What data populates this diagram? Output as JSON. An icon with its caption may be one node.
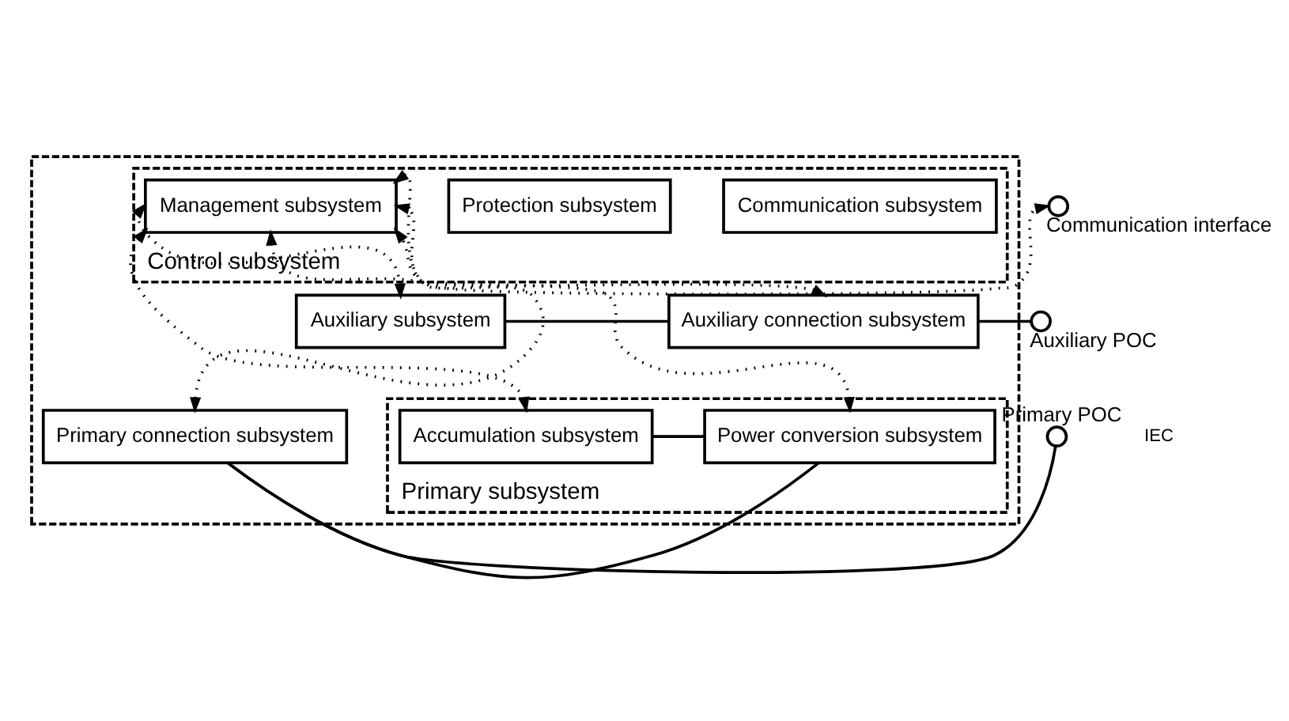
{
  "diagram": {
    "nodes": [
      {
        "text": [],
        "shape": "box"
      },
      {
        "text": [
          "Control subsystem"
        ],
        "in": 0
      },
      {
        "text": [
          "Communication subsystem"
        ],
        "in": 1
      },
      {
        "text": [
          "Protection subsystem"
        ],
        "in": 1
      },
      {
        "text": [
          "Management subsystem"
        ],
        "in": 1
      },
      {
        "text": [
          "Auxiliary subsystem"
        ],
        "in": 0
      },
      {
        "text": [
          "Auxiliary connection subsystem"
        ],
        "in": 0
      },
      {
        "text": [
          "Primary subsystem"
        ],
        "in": 0
      },
      {
        "text": [
          "Accumulation subsystem"
        ],
        "in": 7
      },
      {
        "text": [
          "Power conversion subsystem"
        ],
        "in": 7
      },
      {
        "text": [
          "Primary connection subsystem"
        ],
        "in": 0
      },
      {
        "text": [],
        "shape": "circle",
        "beside": [
          "Communication interface"
        ]
      },
      {
        "text": [],
        "shape": "circle",
        "beside": [
          "Auxiliary POC"
        ]
      },
      {
        "text": [],
        "shape": "circle",
        "beside": [
          "Primary POC"
        ]
      }
    ],
    "edges": [
      {
        "from": 4,
        "to": 11,
        "arrow": "both",
        "style": "dashed"
      },
      {
        "from": 5,
        "to": 4,
        "arrow": "both",
        "style": "dashed"
      },
      {
        "from": 6,
        "to": 4,
        "arrow": "both",
        "style": "dashed"
      },
      {
        "from": 8,
        "to": 4,
        "arrow": "both",
        "style": "dashed"
      },
      {
        "from": 9,
        "to": 4,
        "arrow": "both",
        "style": "dashed"
      },
      {
        "from": 10,
        "to": 4,
        "arrow": "both",
        "style": "dashed"
      },
      {
        "from": 5,
        "to": 6,
        "arrow": "none"
      },
      {
        "from": 6,
        "to": 12,
        "arrow": "none"
      },
      {
        "from": 8,
        "to": 9,
        "arrow": "none"
      },
      {
        "from": 9,
        "to": 10,
        "arrow": "none"
      },
      {
        "from": 10,
        "to": 13,
        "arrow": "none"
      }
    ],
    "labels": [
      "IEC"
    ]
  }
}
